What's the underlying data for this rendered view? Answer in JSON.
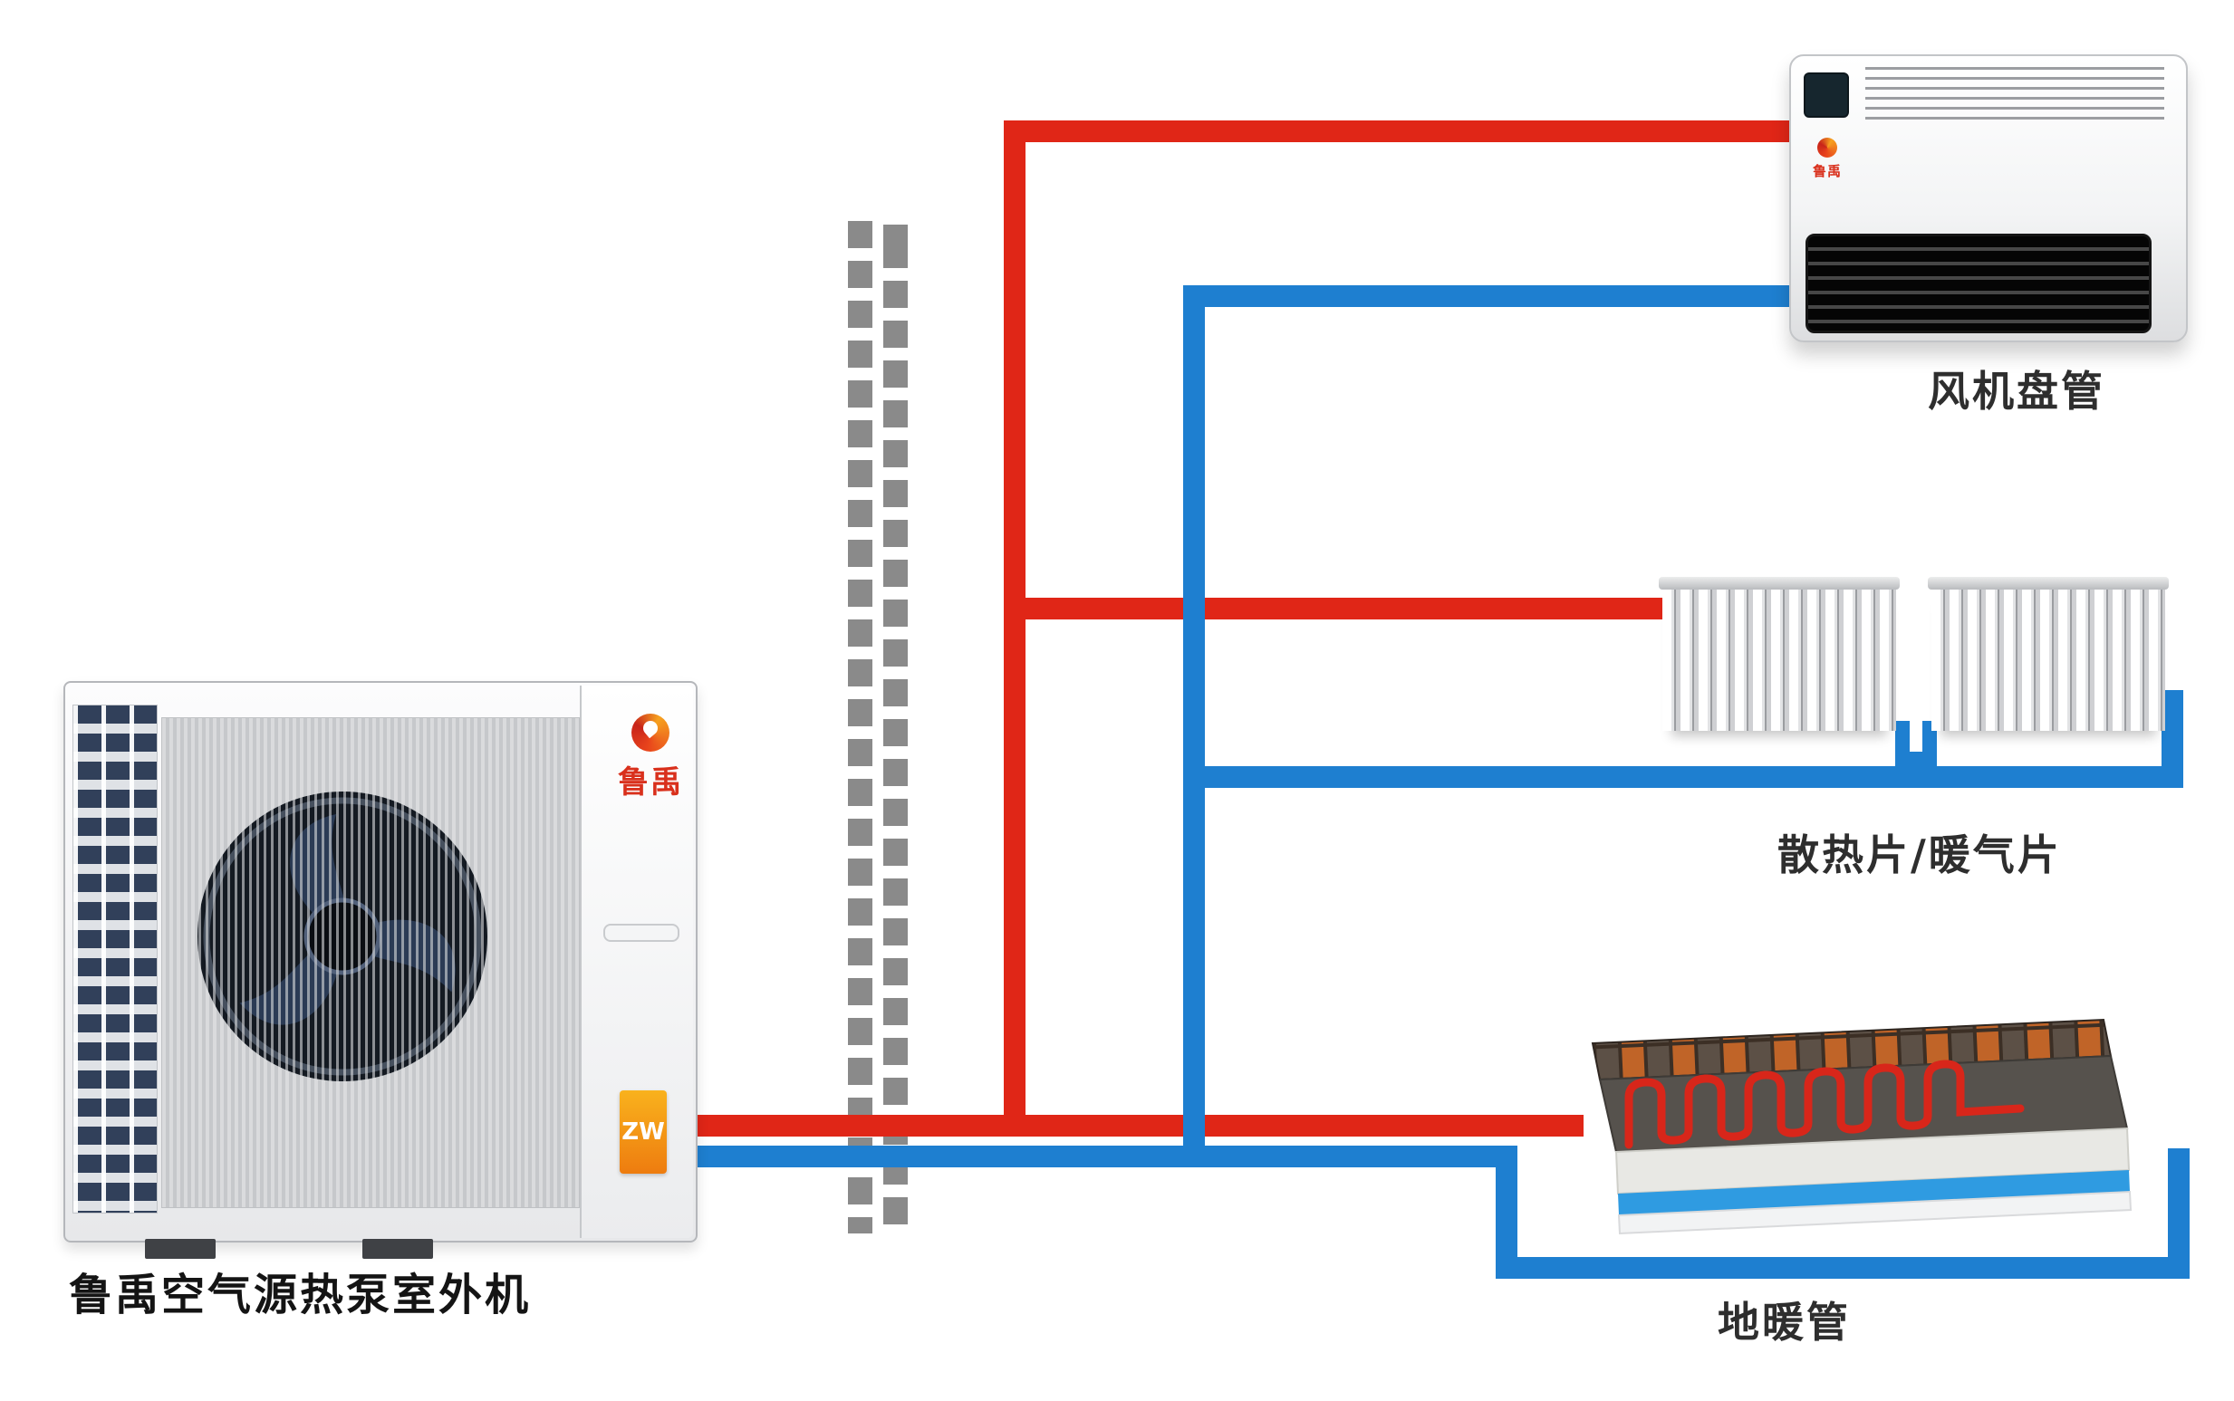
{
  "labels": {
    "outdoor_unit": "鲁禹空气源热泵室外机",
    "fan_coil": "风机盘管",
    "radiator": "散热片/暖气片",
    "floor_heating": "地暖管"
  },
  "outdoor_unit": {
    "brand": "鲁禹",
    "badge": "ZW"
  },
  "fan_coil_unit": {
    "brand": "鲁禹"
  },
  "colors": {
    "hot_pipe": "#e02617",
    "cold_pipe": "#1e7fd0",
    "wall_brick": "#8a8a8a"
  }
}
